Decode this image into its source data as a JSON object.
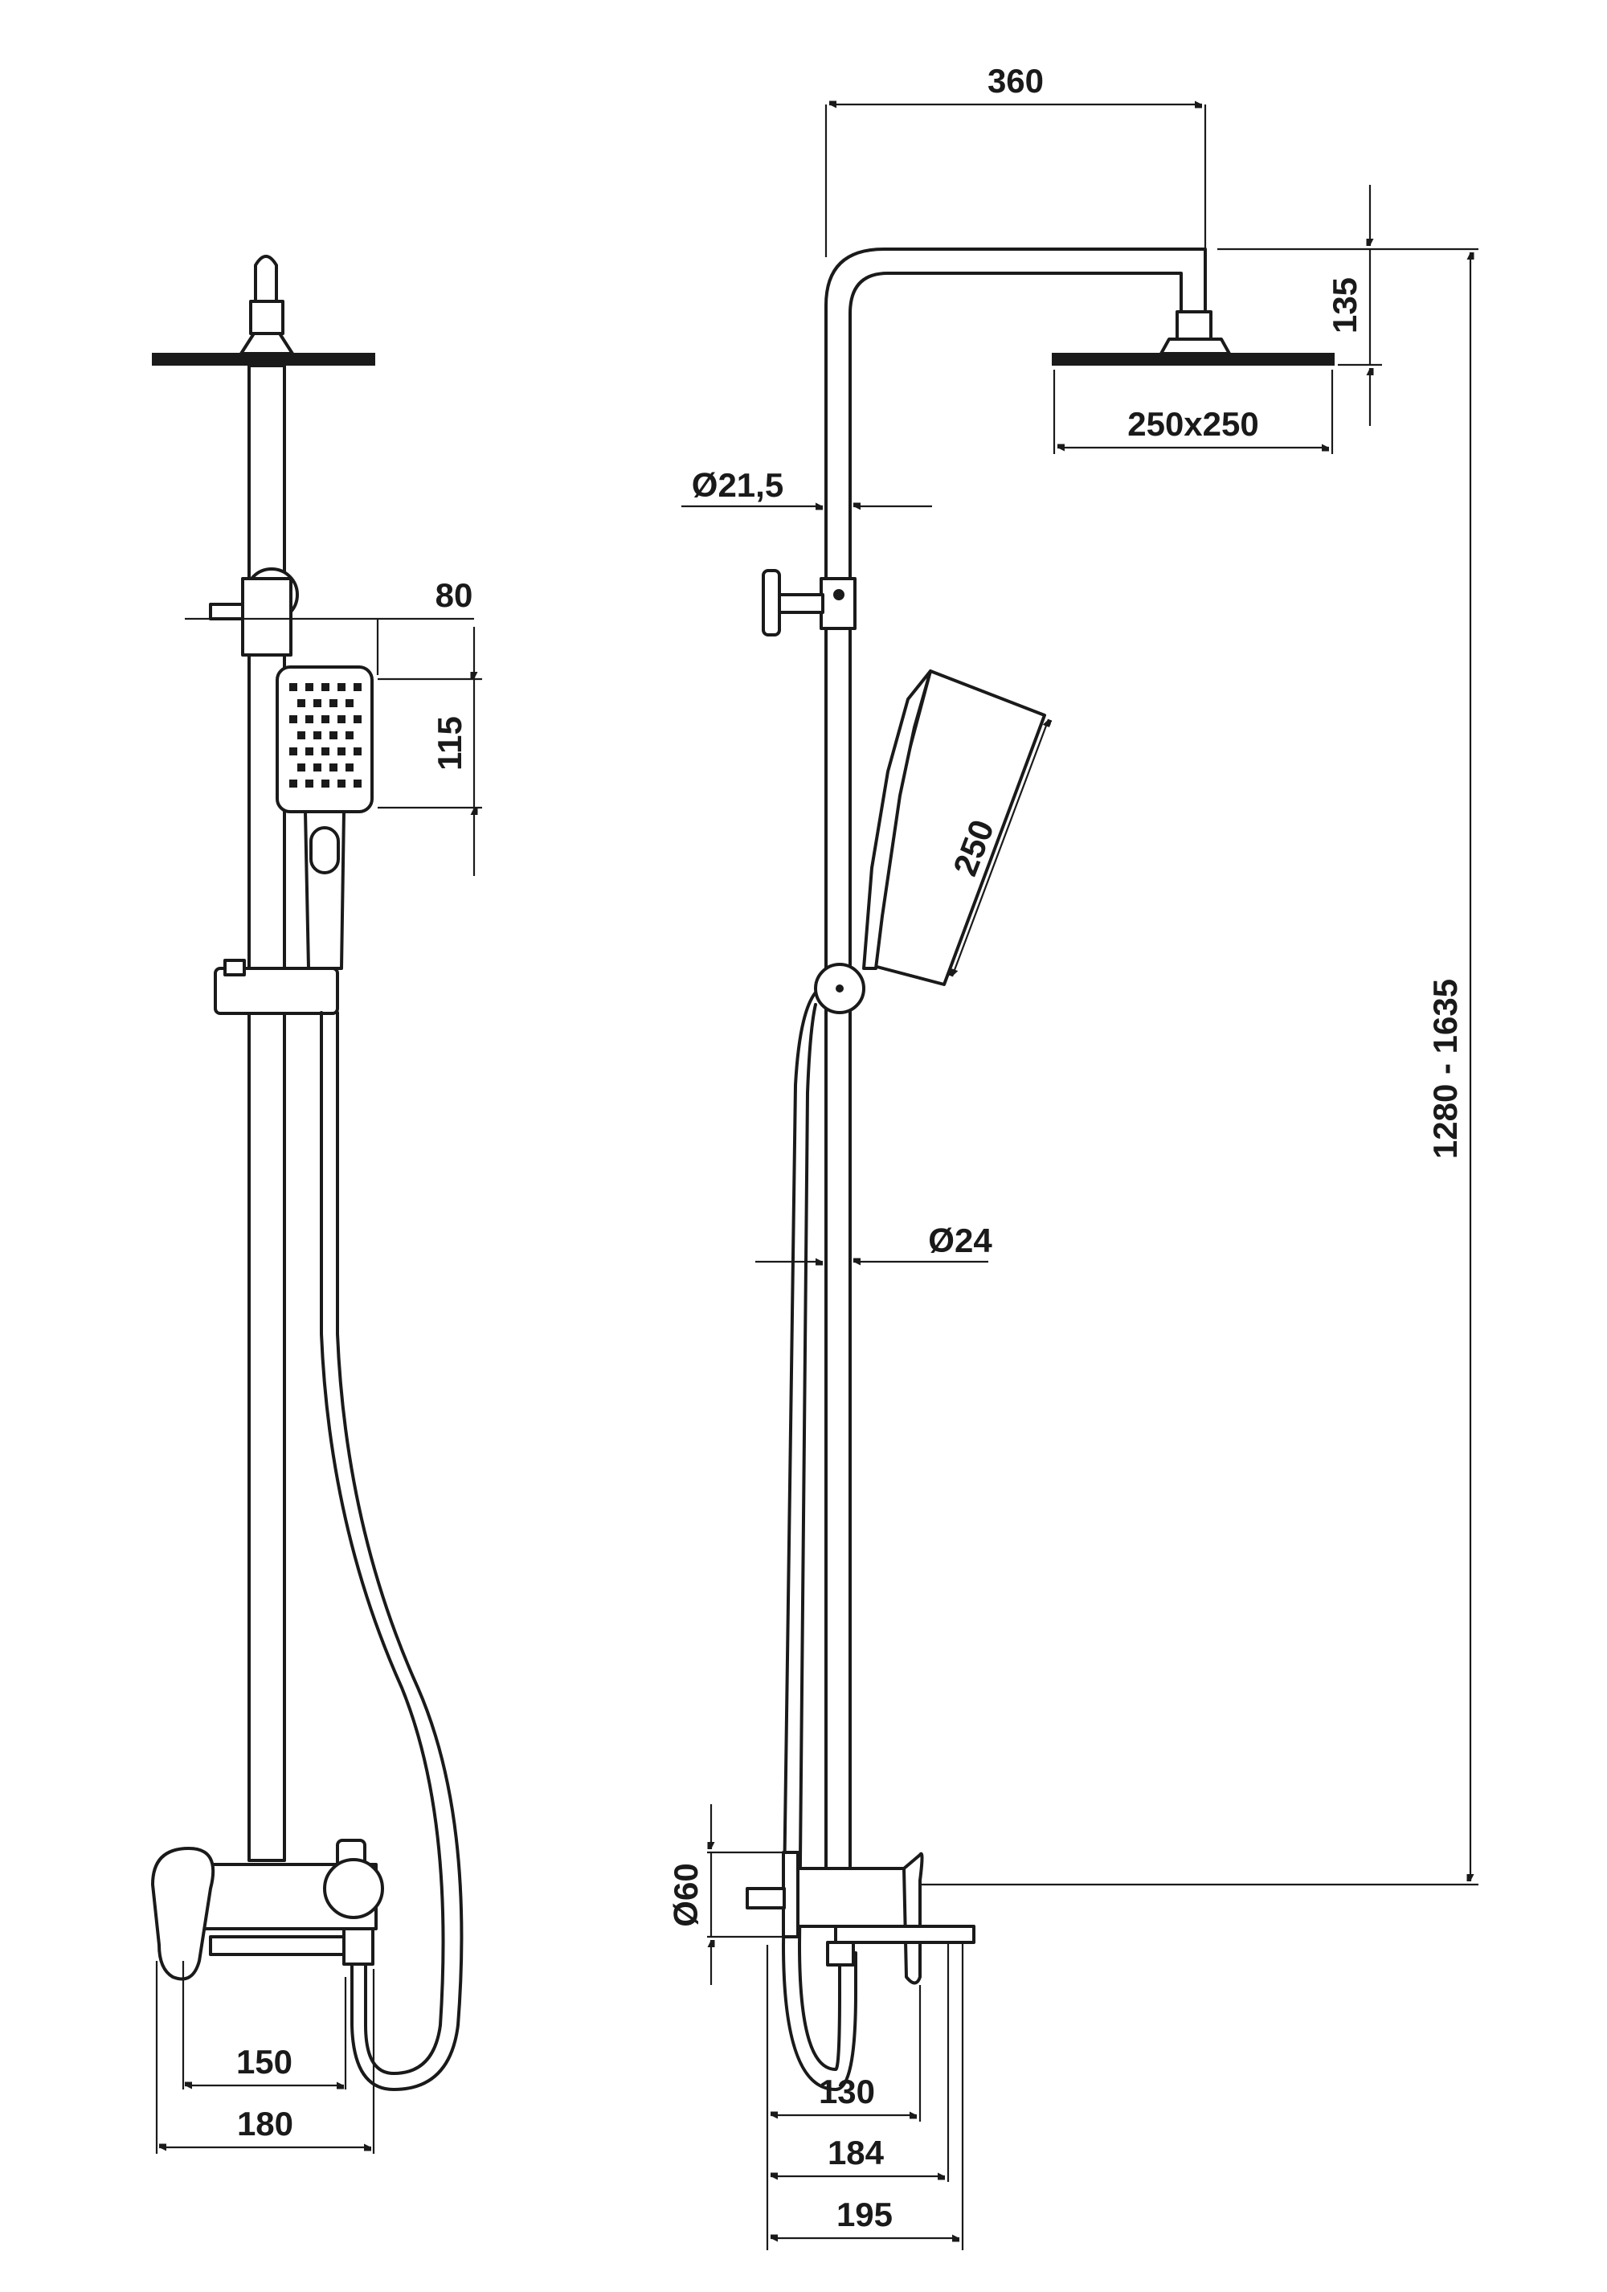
{
  "dimensions": {
    "overhead_reach": "360",
    "head_height": "135",
    "head_size": "250x250",
    "pipe_diameter_upper": "Ø21,5",
    "total_height": "1280 - 1635",
    "pipe_diameter_lower": "Ø24",
    "handshower_length": "250",
    "slider_offset": "80",
    "handshower_width": "115",
    "connection_diameter": "Ø60",
    "mixer_spacing": "150",
    "mixer_width": "180",
    "depth_mixer": "130",
    "depth_spout": "184",
    "depth_total": "195"
  },
  "colors": {
    "line": "#1a1a1a",
    "background": "#ffffff"
  }
}
